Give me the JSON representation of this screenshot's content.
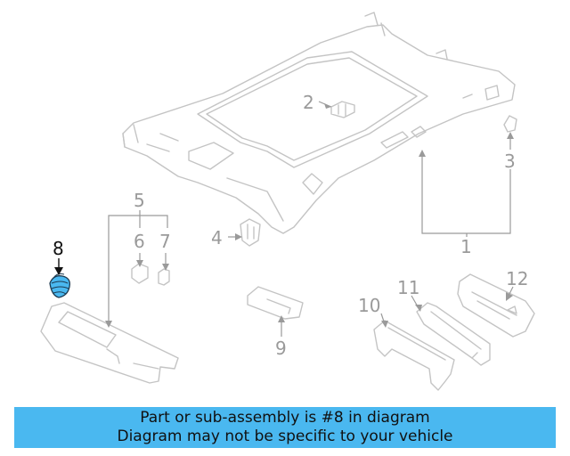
{
  "labels": {
    "p1": "1",
    "p2": "2",
    "p3": "3",
    "p4": "4",
    "p5": "5",
    "p6": "6",
    "p7": "7",
    "p8": "8",
    "p9": "9",
    "p10": "10",
    "p11": "11",
    "p12": "12"
  },
  "highlight_part": "8",
  "colors": {
    "highlight": "#4ab8f0",
    "banner": "#4ab8f0",
    "line": "#c4c4c4",
    "label": "#9a9a9a"
  },
  "banner": {
    "line1": "Part or sub-assembly is #8 in diagram",
    "line2": "Diagram may not be specific to your vehicle"
  }
}
